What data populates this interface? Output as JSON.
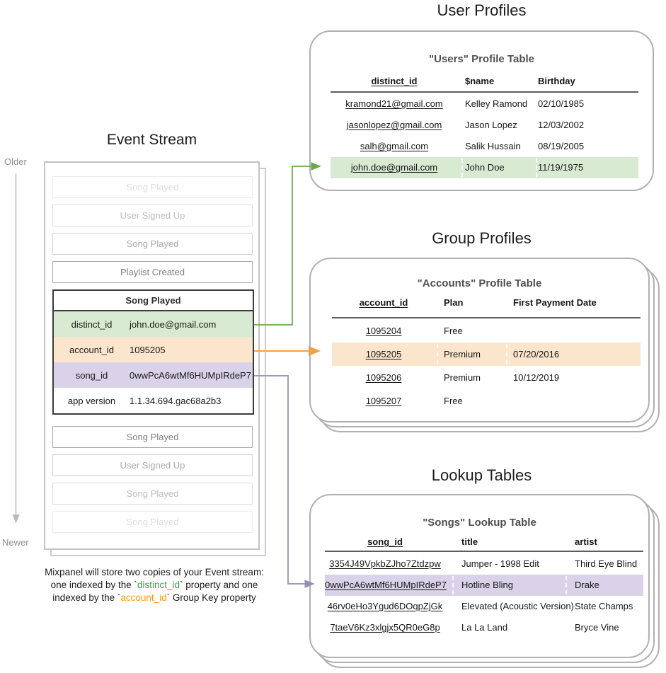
{
  "sections": {
    "user_profiles_title": "User Profiles",
    "event_stream_title": "Event Stream",
    "group_profiles_title": "Group Profiles",
    "lookup_tables_title": "Lookup Tables"
  },
  "timeline": {
    "older_label": "Older",
    "newer_label": "Newer"
  },
  "tables": {
    "users": {
      "heading": "\"Users\" Profile Table",
      "columns": [
        "distinct_id",
        "$name",
        "Birthday"
      ],
      "rows": [
        [
          "kramond21@gmail.com",
          "Kelley Ramond",
          "02/10/1985"
        ],
        [
          "jasonlopez@gmail.com",
          "Jason Lopez",
          "12/03/2002"
        ],
        [
          "salh@gmail.com",
          "Salik Hussain",
          "08/19/2005"
        ],
        [
          "john.doe@gmail.com",
          "John Doe",
          "11/19/1975"
        ]
      ],
      "highlight_row_index": 3,
      "highlight_color": "#d9ead3"
    },
    "accounts": {
      "heading": "\"Accounts\" Profile Table",
      "columns": [
        "account_id",
        "Plan",
        "First Payment Date"
      ],
      "rows": [
        [
          "1095204",
          "Free",
          ""
        ],
        [
          "1095205",
          "Premium",
          "07/20/2016"
        ],
        [
          "1095206",
          "Premium",
          "10/12/2019"
        ],
        [
          "1095207",
          "Free",
          ""
        ]
      ],
      "highlight_row_index": 1,
      "highlight_color": "#fce5cd"
    },
    "songs": {
      "heading": "\"Songs\" Lookup Table",
      "columns": [
        "song_id",
        "title",
        "artist"
      ],
      "rows": [
        [
          "3354J49VpkbZJho7Ztdzpw",
          "Jumper - 1998 Edit",
          "Third Eye Blind"
        ],
        [
          "0wwPcA6wtMf6HUMpIRdeP7",
          "Hotline Bling",
          "Drake"
        ],
        [
          "46rv0eHo3Ygud6DOqpZjGk",
          "Elevated (Acoustic Version)",
          "State Champs"
        ],
        [
          "7taeV6Kz3xlgjx5QR0eG8p",
          "La La Land",
          "Bryce Vine"
        ]
      ],
      "highlight_row_index": 1,
      "highlight_color": "#d9d2e9"
    }
  },
  "event_stream": {
    "events_before": [
      "Song Played",
      "User Signed Up",
      "Song Played",
      "Playlist Created"
    ],
    "active_event": {
      "name": "Song Played",
      "properties": [
        {
          "key": "distinct_id",
          "value": "john.doe@gmail.com",
          "highlight": "#d9ead3"
        },
        {
          "key": "account_id",
          "value": "1095205",
          "highlight": "#fce5cd"
        },
        {
          "key": "song_id",
          "value": "0wwPcA6wtMf6HUMpIRdeP7",
          "highlight": "#d9d2e9"
        },
        {
          "key": "app version",
          "value": "1.1.34.694.gac68a2b3",
          "highlight": "#ffffff"
        }
      ]
    },
    "events_after": [
      "Song Played",
      "User Signed Up",
      "Song Played",
      "Song Played"
    ]
  },
  "connectors": {
    "distinct_id_color": "#6aa84f",
    "account_id_color": "#efa24a",
    "song_id_color": "#9b8bb0",
    "timeline_color": "#b9b9b9"
  },
  "caption": {
    "lines": [
      [
        {
          "text": "Mixpanel will store two copies of your Event stream:"
        }
      ],
      [
        {
          "text": "one indexed by the `"
        },
        {
          "text": "distinct_id",
          "color": "#38a04c"
        },
        {
          "text": "` property and one"
        }
      ],
      [
        {
          "text": "indexed by the `"
        },
        {
          "text": "account_id",
          "color": "#ff9900"
        },
        {
          "text": "` Group Key property"
        }
      ]
    ]
  }
}
